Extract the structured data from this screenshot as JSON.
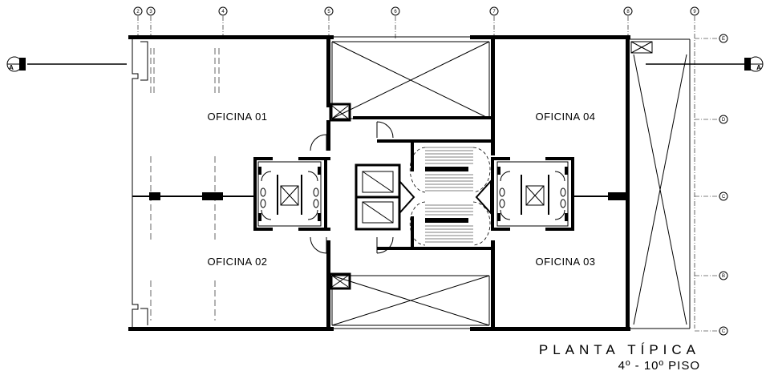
{
  "rooms": {
    "office_01": "OFICINA 01",
    "office_02": "OFICINA 02",
    "office_03": "OFICINA 03",
    "office_04": "OFICINA 04"
  },
  "grid_axes": {
    "top": [
      "2",
      "3",
      "4",
      "5",
      "6",
      "7",
      "8",
      "9"
    ],
    "right": [
      "E",
      "D",
      "C",
      "B",
      "C"
    ]
  },
  "section_marks": {
    "left": "A",
    "right": "A"
  },
  "title": {
    "main": "PLANTA TÍPICA",
    "sub": "4º - 10º PISO"
  }
}
